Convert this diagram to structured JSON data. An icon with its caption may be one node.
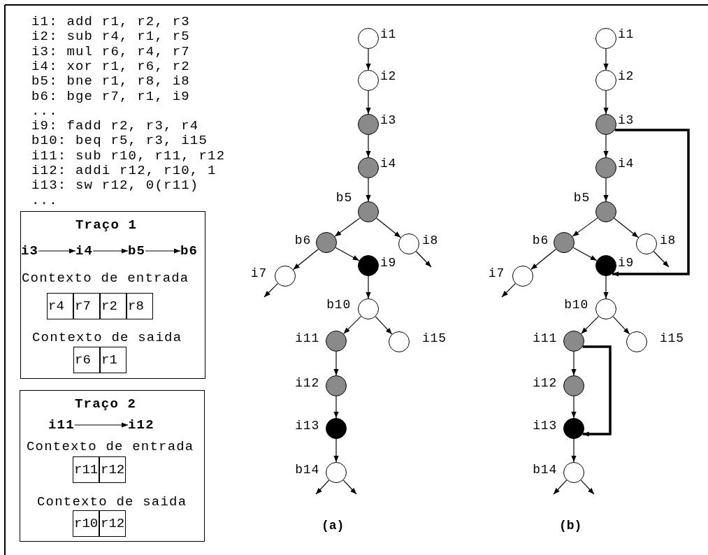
{
  "diagram": {
    "nodes": [
      {
        "text": [
          "Traço 1",
          "Contexto de entrada",
          "Contexto de saida"
        ]
      },
      {
        "text": [
          "i3"
        ],
        "in": 0
      },
      {
        "text": [
          "i4"
        ],
        "in": 0
      },
      {
        "text": [
          "b5"
        ],
        "in": 0
      },
      {
        "text": [
          "b6"
        ],
        "in": 0
      },
      {
        "text": [
          "r4"
        ],
        "in": 0
      },
      {
        "text": [
          "r7"
        ],
        "in": 0
      },
      {
        "text": [
          "r2"
        ],
        "in": 0
      },
      {
        "text": [
          "r8"
        ],
        "in": 0
      },
      {
        "text": [
          "r6"
        ],
        "in": 0
      },
      {
        "text": [
          "r1"
        ],
        "in": 0
      },
      {
        "text": [
          "Traço 2",
          "Contexto de entrada",
          "Contexto de saida"
        ]
      },
      {
        "text": [
          "i11"
        ],
        "in": 11
      },
      {
        "text": [
          "i12"
        ],
        "in": 11
      },
      {
        "text": [
          "r11"
        ],
        "in": 11
      },
      {
        "text": [
          "r12"
        ],
        "in": 11
      },
      {
        "text": [
          "r10"
        ],
        "in": 11
      },
      {
        "text": [
          "r12"
        ],
        "in": 11
      },
      {
        "text": [
          "i1"
        ]
      },
      {
        "text": [
          "i2"
        ]
      },
      {
        "text": [
          "i3"
        ]
      },
      {
        "text": [
          "i4"
        ]
      },
      {
        "text": [
          "b5"
        ]
      },
      {
        "text": [
          "b6"
        ]
      },
      {
        "text": [
          "i8"
        ]
      },
      {
        "text": [
          "i7"
        ]
      },
      {
        "text": [
          "i9"
        ]
      },
      {
        "text": [
          "b10"
        ]
      },
      {
        "text": [
          "i11"
        ]
      },
      {
        "text": [
          "i15"
        ]
      },
      {
        "text": [
          "i12"
        ]
      },
      {
        "text": [
          "i13"
        ]
      },
      {
        "text": [
          "b14"
        ]
      },
      {
        "text": [
          "i1"
        ]
      },
      {
        "text": [
          "i2"
        ]
      },
      {
        "text": [
          "i3"
        ]
      },
      {
        "text": [
          "i4"
        ]
      },
      {
        "text": [
          "b5"
        ]
      },
      {
        "text": [
          "b6"
        ]
      },
      {
        "text": [
          "i8"
        ]
      },
      {
        "text": [
          "i7"
        ]
      },
      {
        "text": [
          "i9"
        ]
      },
      {
        "text": [
          "b10"
        ]
      },
      {
        "text": [
          "i11"
        ]
      },
      {
        "text": [
          "i15"
        ]
      },
      {
        "text": [
          "i12"
        ]
      },
      {
        "text": [
          "i13"
        ]
      },
      {
        "text": [
          "b14"
        ]
      }
    ],
    "edges": [
      {
        "from": 1,
        "to": 2,
        "arrow": "to"
      },
      {
        "from": 2,
        "to": 3,
        "arrow": "to"
      },
      {
        "from": 3,
        "to": 4,
        "arrow": "to"
      },
      {
        "from": 12,
        "to": 13,
        "arrow": "to"
      },
      {
        "from": 18,
        "to": 19,
        "arrow": "to"
      },
      {
        "from": 19,
        "to": 20,
        "arrow": "to"
      },
      {
        "from": 20,
        "to": 21,
        "arrow": "to"
      },
      {
        "from": 21,
        "to": 22,
        "arrow": "to"
      },
      {
        "from": 22,
        "to": 23,
        "arrow": "to"
      },
      {
        "from": 22,
        "to": 24,
        "arrow": "to"
      },
      {
        "from": 23,
        "to": 25,
        "arrow": "to"
      },
      {
        "from": 23,
        "to": 26,
        "arrow": "to"
      },
      {
        "from": 24,
        "to": null,
        "arrow": "to"
      },
      {
        "from": 25,
        "to": null,
        "arrow": "to"
      },
      {
        "from": 26,
        "to": 27,
        "arrow": "to"
      },
      {
        "from": 27,
        "to": 28,
        "arrow": "to"
      },
      {
        "from": 27,
        "to": 29,
        "arrow": "to"
      },
      {
        "from": 28,
        "to": 30,
        "arrow": "to"
      },
      {
        "from": 30,
        "to": 31,
        "arrow": "to"
      },
      {
        "from": 31,
        "to": 32,
        "arrow": "to"
      },
      {
        "from": 32,
        "to": null,
        "arrow": "to"
      },
      {
        "from": 32,
        "to": null,
        "arrow": "to"
      },
      {
        "from": 33,
        "to": 34,
        "arrow": "to"
      },
      {
        "from": 34,
        "to": 35,
        "arrow": "to"
      },
      {
        "from": 35,
        "to": 36,
        "arrow": "to"
      },
      {
        "from": 36,
        "to": 37,
        "arrow": "to"
      },
      {
        "from": 37,
        "to": 38,
        "arrow": "to"
      },
      {
        "from": 37,
        "to": 39,
        "arrow": "to"
      },
      {
        "from": 38,
        "to": 40,
        "arrow": "to"
      },
      {
        "from": 38,
        "to": 41,
        "arrow": "to"
      },
      {
        "from": 39,
        "to": null,
        "arrow": "to"
      },
      {
        "from": 40,
        "to": null,
        "arrow": "to"
      },
      {
        "from": 41,
        "to": 42,
        "arrow": "to"
      },
      {
        "from": 42,
        "to": 43,
        "arrow": "to"
      },
      {
        "from": 42,
        "to": 44,
        "arrow": "to"
      },
      {
        "from": 43,
        "to": 45,
        "arrow": "to"
      },
      {
        "from": 45,
        "to": 46,
        "arrow": "to"
      },
      {
        "from": 46,
        "to": 47,
        "arrow": "to"
      },
      {
        "from": 47,
        "to": null,
        "arrow": "to"
      },
      {
        "from": 47,
        "to": null,
        "arrow": "to"
      },
      {
        "from": 35,
        "to": 41,
        "arrow": "to",
        "style": "thick"
      },
      {
        "from": 43,
        "to": 46,
        "arrow": "to",
        "style": "thick"
      }
    ],
    "labels": [
      "i1: add r1, r2, r3",
      "i2: sub r4, r1, r5",
      "i3: mul r6, r4, r7",
      "i4: xor r1, r6, r2",
      "b5: bne r1, r8, i8",
      "b6: bge r7, r1, i9",
      "...",
      "i9: fadd r2, r3, r4",
      "b10: beq r5, r3, i15",
      "i11: sub r10, r11, r12",
      "i12: addi r12, r10, 1",
      "i13: sw r12, 0(r11)",
      "...",
      "(a)",
      "(b)"
    ]
  }
}
